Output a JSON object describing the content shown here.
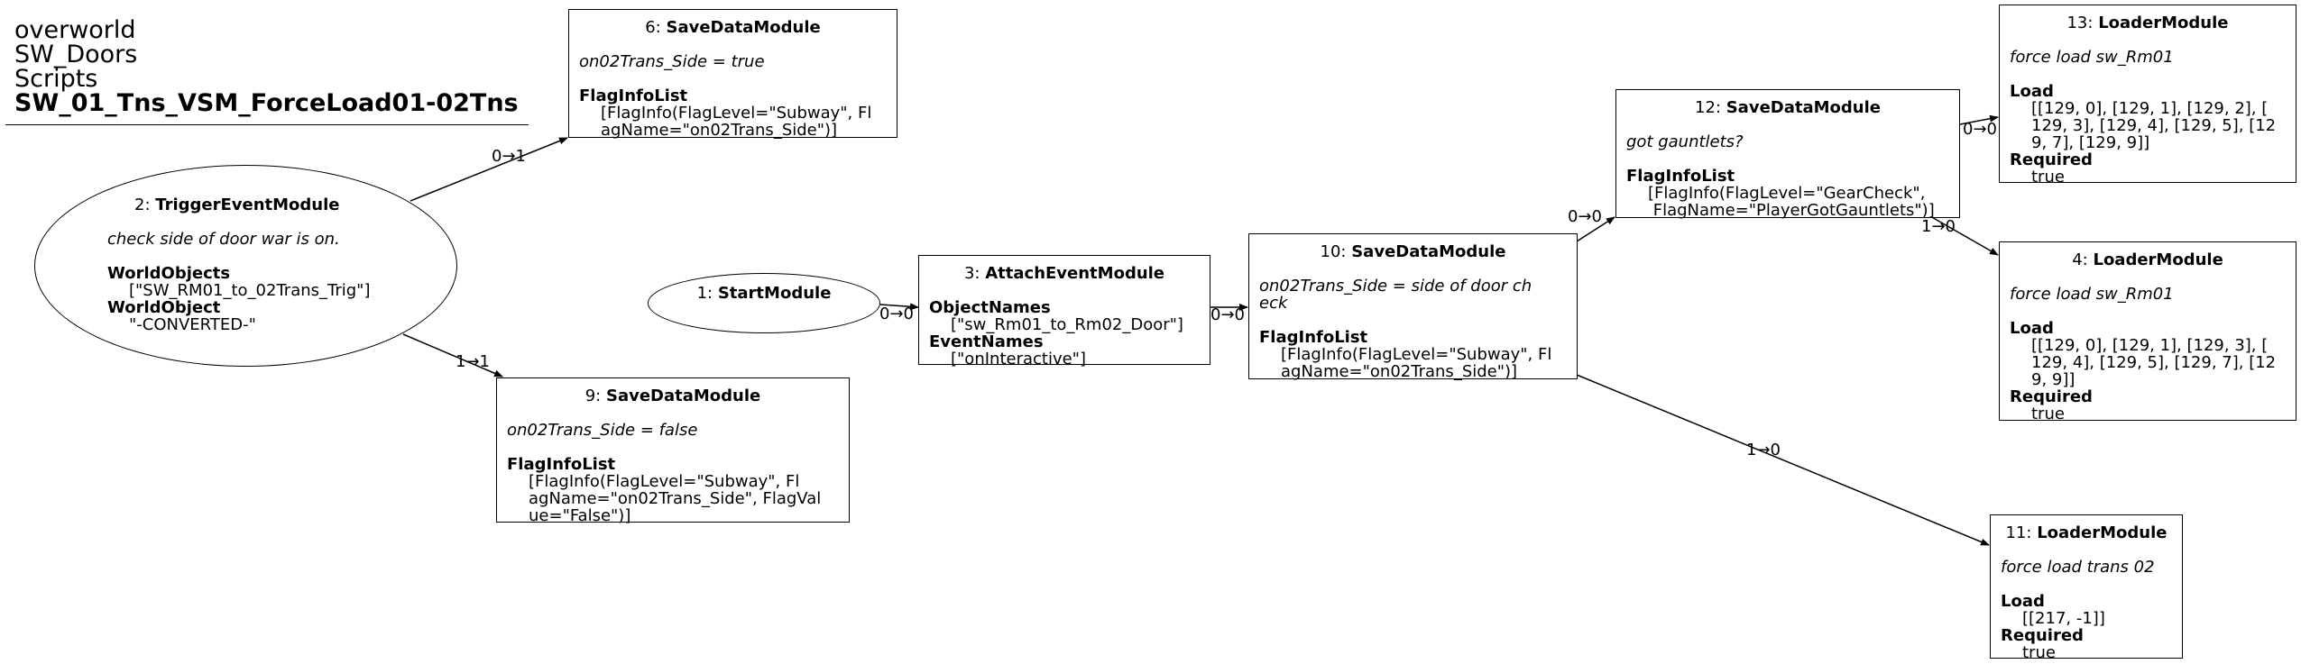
{
  "title": {
    "lines": [
      "overworld",
      "SW_Doors",
      "Scripts"
    ],
    "name": "SW_01_Tns_VSM_ForceLoad01-02Tns"
  },
  "nodes": {
    "n2": {
      "id": "2:",
      "type": "TriggerEventModule",
      "desc": "check side of door war is on.",
      "p1": "WorldObjects",
      "v1": "[\"SW_RM01_to_02Trans_Trig\"]",
      "p2": "WorldObject",
      "v2": "\"-CONVERTED-\""
    },
    "n6": {
      "id": "6:",
      "type": "SaveDataModule",
      "desc": "on02Trans_Side = true",
      "p1": "FlagInfoList",
      "v1": "[FlagInfo(FlagLevel=\"Subway\", Fl\nagName=\"on02Trans_Side\")]"
    },
    "n9": {
      "id": "9:",
      "type": "SaveDataModule",
      "desc": "on02Trans_Side = false",
      "p1": "FlagInfoList",
      "v1": "[FlagInfo(FlagLevel=\"Subway\", Fl\nagName=\"on02Trans_Side\", FlagVal\nue=\"False\")]"
    },
    "n1": {
      "id": "1:",
      "type": "StartModule"
    },
    "n3": {
      "id": "3:",
      "type": "AttachEventModule",
      "p1": "ObjectNames",
      "v1": "[\"sw_Rm01_to_Rm02_Door\"]",
      "p2": "EventNames",
      "v2": "[\"onInteractive\"]"
    },
    "n10": {
      "id": "10:",
      "type": "SaveDataModule",
      "desc": "on02Trans_Side = side of door ch\neck",
      "p1": "FlagInfoList",
      "v1": "[FlagInfo(FlagLevel=\"Subway\", Fl\nagName=\"on02Trans_Side\")]"
    },
    "n12": {
      "id": "12:",
      "type": "SaveDataModule",
      "desc": "got gauntlets?",
      "p1": "FlagInfoList",
      "v1": "[FlagInfo(FlagLevel=\"GearCheck\",\n FlagName=\"PlayerGotGauntlets\")]"
    },
    "n13": {
      "id": "13:",
      "type": "LoaderModule",
      "desc": "force load sw_Rm01",
      "p1": "Load",
      "v1": "[[129, 0], [129, 1], [129, 2], [\n129, 3], [129, 4], [129, 5], [12\n9, 7], [129, 9]]",
      "p2": "Required",
      "v2": "true"
    },
    "n4": {
      "id": "4:",
      "type": "LoaderModule",
      "desc": "force load sw_Rm01",
      "p1": "Load",
      "v1": "[[129, 0], [129, 1], [129, 3], [\n129, 4], [129, 5], [129, 7], [12\n9, 9]]",
      "p2": "Required",
      "v2": "true"
    },
    "n11": {
      "id": "11:",
      "type": "LoaderModule",
      "desc": "force load trans 02",
      "p1": "Load",
      "v1": "[[217, -1]]",
      "p2": "Required",
      "v2": "true"
    }
  },
  "edges": {
    "e2_6": "0→1",
    "e2_9": "1→1",
    "e1_3": "0→0",
    "e3_10": "0→0",
    "e10_12": "0→0",
    "e10_11": "1→0",
    "e12_13": "0→0",
    "e12_4": "1→0"
  }
}
